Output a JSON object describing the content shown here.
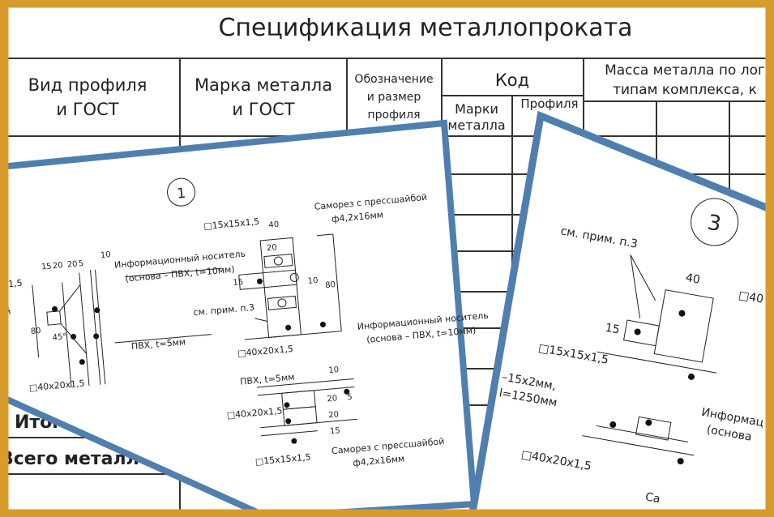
{
  "spec_table": {
    "title": "Спецификация металлопроката",
    "headers": {
      "profile": [
        "Вид профиля",
        "и ГОСТ"
      ],
      "grade": [
        "Марка металла",
        "и ГОСТ"
      ],
      "designation": [
        "Обозначение",
        "и размер",
        "профиля"
      ],
      "code": "Код",
      "code_sub": [
        [
          "Марки",
          "металла"
        ],
        "Профиля"
      ],
      "mass": [
        "Масса металла по лог",
        "типам комплекса, к"
      ]
    },
    "row_total": "Итого",
    "row_grand_total": "Всего металлопроката"
  },
  "sheet1": {
    "marker": "1",
    "labels": {
      "tube_15": "□15x15x1,5",
      "tube_15_cut": "15x1,5",
      "washer_cut": "бой",
      "info_carrier": "Информационный носитель",
      "info_base": "(основа – ПВХ, t=10мм)",
      "pvc": "ПВХ, t=5мм",
      "tube_40": "□40x20x1,5",
      "screw": "Саморез с прессшайбой",
      "screw_size": "ф4,2x16мм",
      "see_note": "см. прим. п.3"
    },
    "dims": [
      "15",
      "20",
      "20",
      "5",
      "10",
      "80",
      "45°",
      "40",
      "20",
      "15",
      "10",
      "80",
      "10",
      "5",
      "20",
      "20",
      "15"
    ]
  },
  "sheet3": {
    "marker": "3",
    "labels": {
      "see_note": "см. прим. п.3",
      "tube_40": "□40x20x1,5",
      "tube_40_cut": "□40",
      "tube_15": "□15x15x1,5",
      "strip": "–15x2мм,",
      "strip_len": "l=1250мм",
      "info_cut": "Информац",
      "info_base_cut": "(основа",
      "screw_cut": "Са"
    },
    "dims": [
      "40",
      "15"
    ]
  },
  "colors": {
    "frame": "#d79b2b",
    "sheet_border": "#4f7fae"
  }
}
